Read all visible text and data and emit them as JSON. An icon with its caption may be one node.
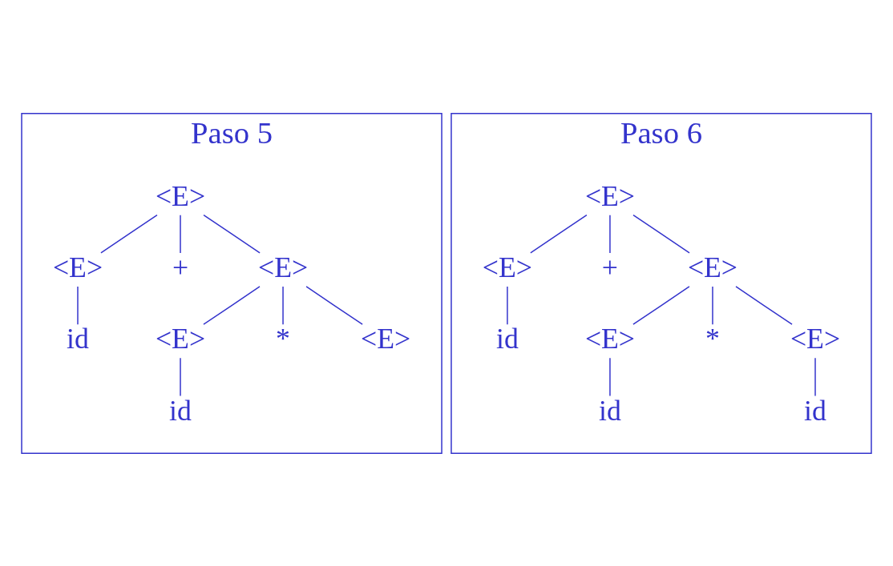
{
  "diagram": {
    "nodes": [
      {
        "text": [
          "Paso 5"
        ]
      },
      {
        "text": [
          "<E>"
        ],
        "in": 0
      },
      {
        "text": [
          "<E>"
        ],
        "in": 0
      },
      {
        "text": [
          "+"
        ],
        "in": 0
      },
      {
        "text": [
          "<E>"
        ],
        "in": 0
      },
      {
        "text": [
          "id"
        ],
        "in": 0
      },
      {
        "text": [
          "<E>"
        ],
        "in": 0
      },
      {
        "text": [
          "*"
        ],
        "in": 0
      },
      {
        "text": [
          "<E>"
        ],
        "in": 0
      },
      {
        "text": [
          "id"
        ],
        "in": 0
      },
      {
        "text": [
          "Paso 6"
        ]
      },
      {
        "text": [
          "<E>"
        ],
        "in": 10
      },
      {
        "text": [
          "<E>"
        ],
        "in": 10
      },
      {
        "text": [
          "+"
        ],
        "in": 10
      },
      {
        "text": [
          "<E>"
        ],
        "in": 10
      },
      {
        "text": [
          "id"
        ],
        "in": 10
      },
      {
        "text": [
          "<E>"
        ],
        "in": 10
      },
      {
        "text": [
          "*"
        ],
        "in": 10
      },
      {
        "text": [
          "<E>"
        ],
        "in": 10
      },
      {
        "text": [
          "id"
        ],
        "in": 10
      },
      {
        "text": [
          "id"
        ],
        "in": 10
      }
    ],
    "edges": [
      {
        "from": 1,
        "to": 2,
        "arrow": "none"
      },
      {
        "from": 1,
        "to": 3,
        "arrow": "none"
      },
      {
        "from": 1,
        "to": 4,
        "arrow": "none"
      },
      {
        "from": 2,
        "to": 5,
        "arrow": "none"
      },
      {
        "from": 4,
        "to": 6,
        "arrow": "none"
      },
      {
        "from": 4,
        "to": 7,
        "arrow": "none"
      },
      {
        "from": 4,
        "to": 8,
        "arrow": "none"
      },
      {
        "from": 6,
        "to": 9,
        "arrow": "none"
      },
      {
        "from": 11,
        "to": 12,
        "arrow": "none"
      },
      {
        "from": 11,
        "to": 13,
        "arrow": "none"
      },
      {
        "from": 11,
        "to": 14,
        "arrow": "none"
      },
      {
        "from": 12,
        "to": 15,
        "arrow": "none"
      },
      {
        "from": 14,
        "to": 16,
        "arrow": "none"
      },
      {
        "from": 14,
        "to": 17,
        "arrow": "none"
      },
      {
        "from": 14,
        "to": 18,
        "arrow": "none"
      },
      {
        "from": 16,
        "to": 19,
        "arrow": "none"
      },
      {
        "from": 18,
        "to": 20,
        "arrow": "none"
      }
    ]
  }
}
